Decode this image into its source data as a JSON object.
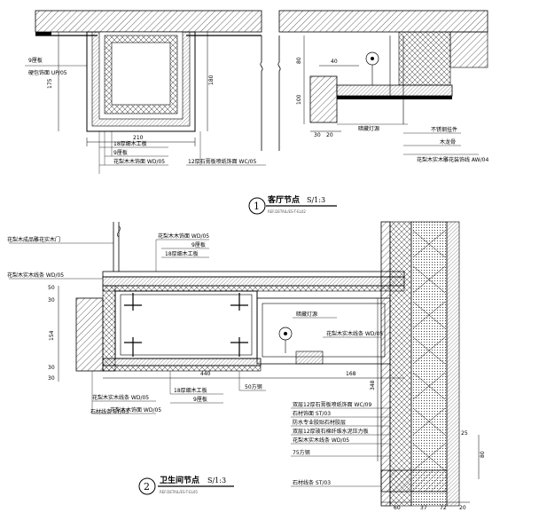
{
  "detail1": {
    "number": "1",
    "title": "客厅节点",
    "scale": "S/1:3",
    "ref": "REF.DETAIL/ES-T-EL02",
    "labels": {
      "board9": "9厘板",
      "soft_pack": "硬包饰面 UP/05",
      "plywood18": "18厚细木工板",
      "board9b": "9厘板",
      "veneer": "花梨木木饰面 WD/05",
      "stone12": "12厚石膏板喷纸饰面 WC/05",
      "hidden_light": "暗藏灯源",
      "steel_bracket": "不锈钢挂件",
      "wood_keel": "木龙骨",
      "solid_strip": "花梨木实木雕花装饰线 AW/04"
    },
    "dims": {
      "d175": "175",
      "d210": "210",
      "d180": "180",
      "d40": "40",
      "d80": "80",
      "d100": "100",
      "d30": "30",
      "d20": "20"
    }
  },
  "detail2": {
    "number": "2",
    "title": "卫生间节点",
    "scale": "S/1:3",
    "ref": "REF.DETAIL/ES-T-EL05",
    "labels": {
      "carved_door": "花梨木成品雕花实木门",
      "solid_strip": "花梨木实木线条 WD/05",
      "veneer_top": "花梨木木饰面 WD/05",
      "board9": "9厘板",
      "plywood18": "18厚细木工板",
      "hidden_light": "暗藏灯源",
      "solid_strip_r": "花梨木实木线条 WD/05",
      "plywood18b": "18厚细木工板",
      "board9b": "9厘板",
      "solid_strip_b": "花梨木实木线条 WD/05",
      "veneer_b": "花梨木木饰面 WD/05",
      "stone_strip": "石材线条 ST/03",
      "steel50": "50方钢",
      "gypsum_double": "双层12厚石膏板喷纸饰面 WC/09",
      "stone_face": "石材饰面 ST/03",
      "waterproof": "防水专业胶贴石材胶层",
      "gypsum_fiber": "双层12厚玻石棉纤维水泥压力板",
      "solid_strip_c": "花梨木实木线条 WD/05",
      "steel75": "75方钢",
      "stone_strip_b": "石材线条 ST/03"
    },
    "dims": {
      "d50": "50",
      "d30": "30",
      "d154": "154",
      "d30b": "30",
      "d30c": "30",
      "d440": "440",
      "d168": "168",
      "d348": "348",
      "d25": "25",
      "d80": "80",
      "d60": "60",
      "d37": "37",
      "d72": "72",
      "d20": "20"
    }
  }
}
